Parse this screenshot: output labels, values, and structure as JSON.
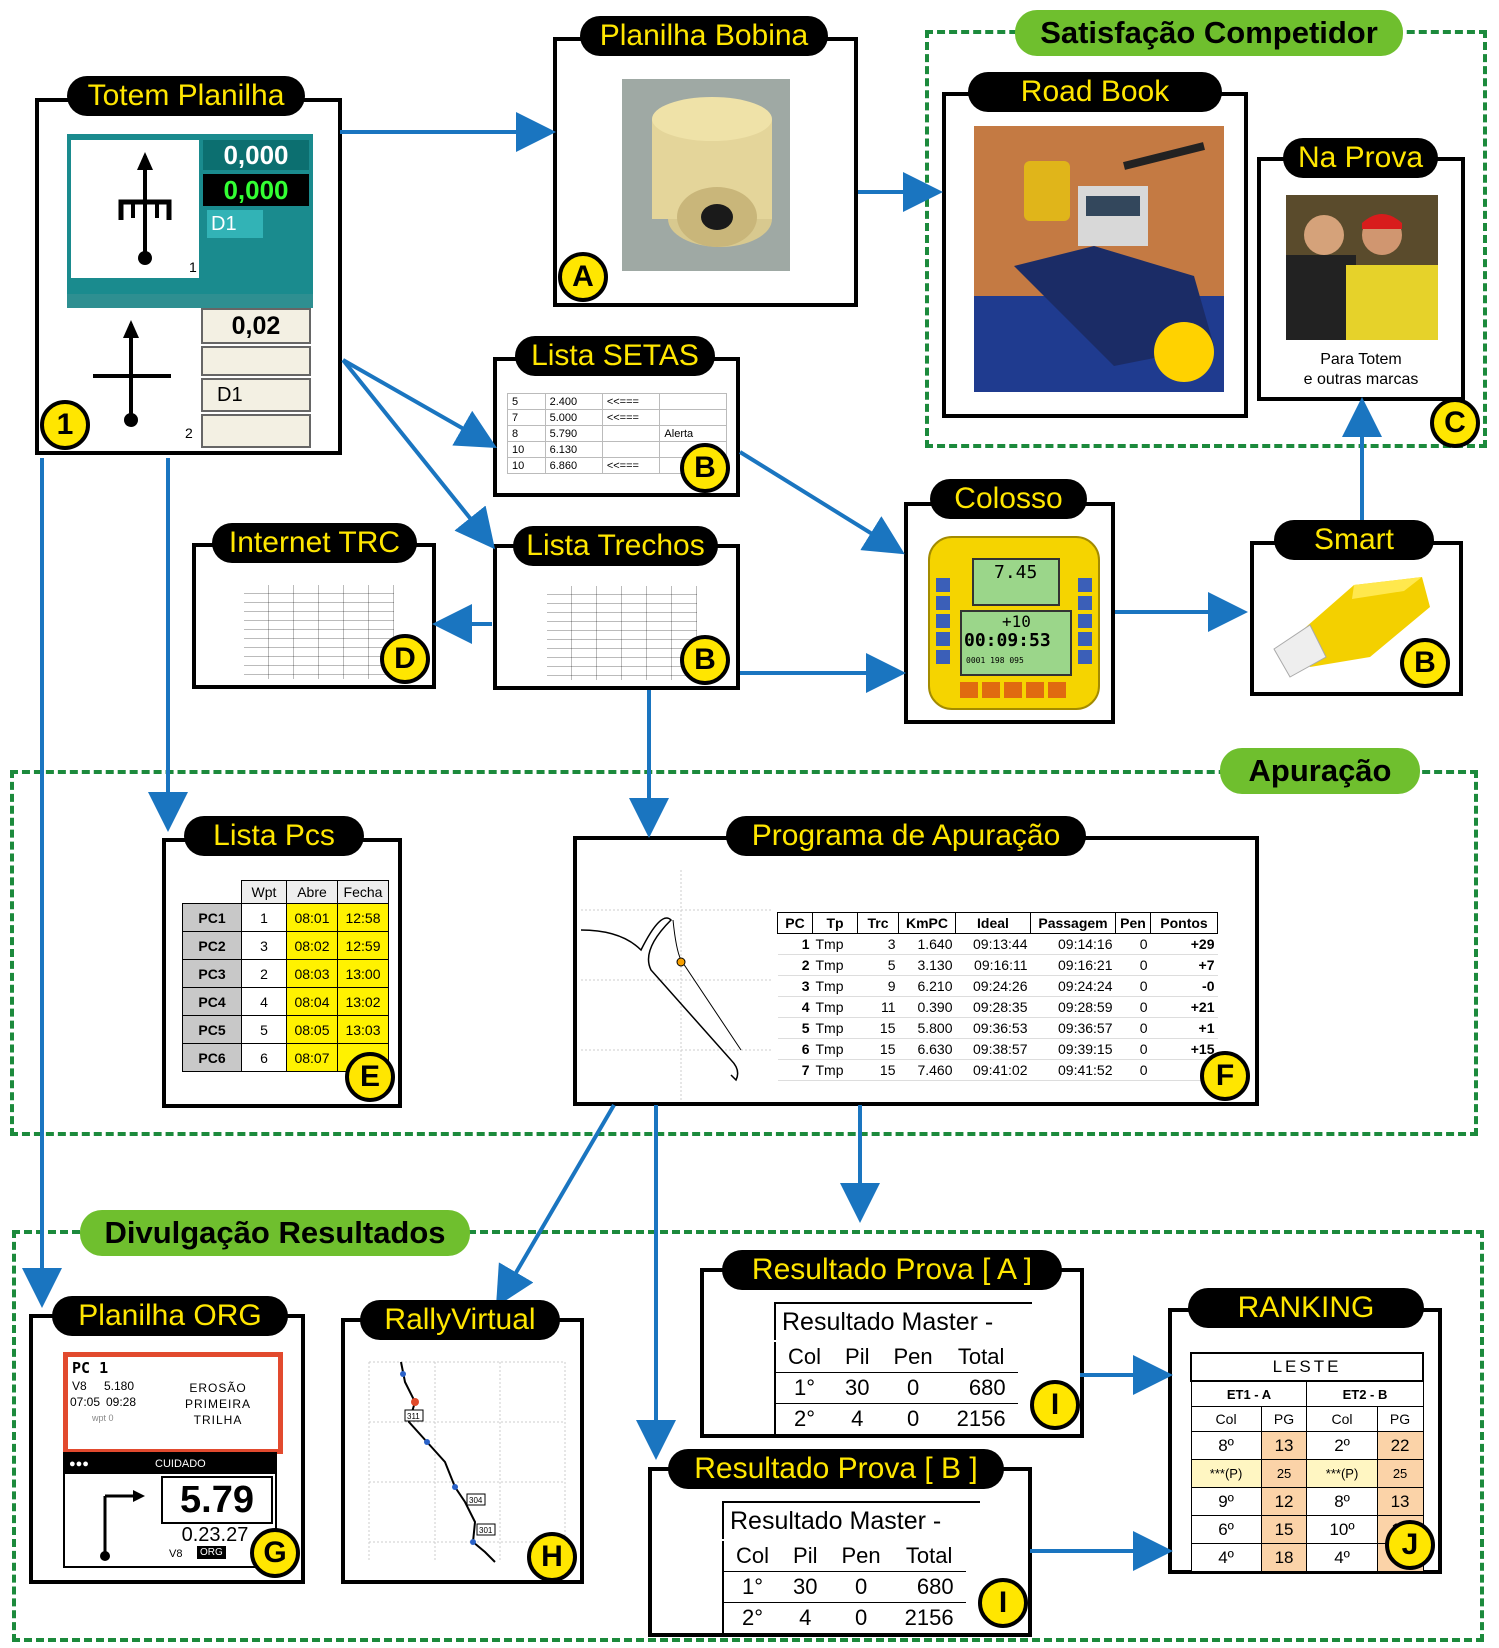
{
  "groups": {
    "satisfacao": "Satisfação Competidor",
    "apuracao": "Apuração",
    "divulgacao": "Divulgação Resultados"
  },
  "nodes": {
    "totem": {
      "title": "Totem Planilha",
      "badge": "1",
      "v1": "0,000",
      "v2": "0,000",
      "d1a": "D1",
      "n1": "1",
      "v3": "0,02",
      "d1b": "D1",
      "n2": "2"
    },
    "bobina": {
      "title": "Planilha Bobina",
      "badge": "A"
    },
    "roadbook": {
      "title": "Road Book"
    },
    "naprova": {
      "title": "Na Prova",
      "caption1": "Para Totem",
      "caption2": "e outras marcas",
      "badge": "C"
    },
    "setas": {
      "title": "Lista SETAS",
      "badge": "B",
      "rows": [
        [
          "5",
          "2.400",
          "<<===",
          ""
        ],
        [
          "7",
          "5.000",
          "<<===",
          ""
        ],
        [
          "8",
          "5.790",
          "",
          "Alerta"
        ],
        [
          "10",
          "6.130",
          "",
          ""
        ],
        [
          "10",
          "6.860",
          "<<===",
          ""
        ]
      ]
    },
    "internet": {
      "title": "Internet TRC",
      "badge": "D"
    },
    "trechos": {
      "title": "Lista Trechos",
      "badge": "B"
    },
    "colosso": {
      "title": "Colosso",
      "screen1": "7.45",
      "screen2": "+10",
      "screen3": "00:09:53",
      "screen4": "0001 198 095"
    },
    "smart": {
      "title": "Smart",
      "badge": "B"
    },
    "listapcs": {
      "title": "Lista Pcs",
      "badge": "E",
      "headers": [
        "",
        "Wpt",
        "Abre",
        "Fecha"
      ],
      "rows": [
        [
          "PC1",
          "1",
          "08:01",
          "12:58"
        ],
        [
          "PC2",
          "3",
          "08:02",
          "12:59"
        ],
        [
          "PC3",
          "2",
          "08:03",
          "13:00"
        ],
        [
          "PC4",
          "4",
          "08:04",
          "13:02"
        ],
        [
          "PC5",
          "5",
          "08:05",
          "13:03"
        ],
        [
          "PC6",
          "6",
          "08:07",
          ""
        ]
      ]
    },
    "programa": {
      "title": "Programa de Apuração",
      "badge": "F",
      "headers": [
        "PC",
        "Tp",
        "Trc",
        "KmPC",
        "Ideal",
        "Passagem",
        "Pen",
        "Pontos"
      ],
      "rows": [
        [
          "1",
          "Tmp",
          "3",
          "1.640",
          "09:13:44",
          "09:14:16",
          "0",
          "+29"
        ],
        [
          "2",
          "Tmp",
          "5",
          "3.130",
          "09:16:11",
          "09:16:21",
          "0",
          "+7"
        ],
        [
          "3",
          "Tmp",
          "9",
          "6.210",
          "09:24:26",
          "09:24:24",
          "0",
          "-0"
        ],
        [
          "4",
          "Tmp",
          "11",
          "0.390",
          "09:28:35",
          "09:28:59",
          "0",
          "+21"
        ],
        [
          "5",
          "Tmp",
          "15",
          "5.800",
          "09:36:53",
          "09:36:57",
          "0",
          "+1"
        ],
        [
          "6",
          "Tmp",
          "15",
          "6.630",
          "09:38:57",
          "09:39:15",
          "0",
          "+15"
        ],
        [
          "7",
          "Tmp",
          "15",
          "7.460",
          "09:41:02",
          "09:41:52",
          "0",
          ""
        ]
      ]
    },
    "resA": {
      "title": "Resultado Prova [ A ]",
      "badge": "I",
      "heading": "Resultado Master -",
      "headers": [
        "Col",
        "Pil",
        "Pen",
        "Total"
      ],
      "rows": [
        [
          "1°",
          "30",
          "0",
          "680"
        ],
        [
          "2°",
          "4",
          "0",
          "2156"
        ]
      ]
    },
    "resB": {
      "title": "Resultado Prova [ B ]",
      "badge": "I",
      "heading": "Resultado Master -",
      "headers": [
        "Col",
        "Pil",
        "Pen",
        "Total"
      ],
      "rows": [
        [
          "1°",
          "30",
          "0",
          "680"
        ],
        [
          "2°",
          "4",
          "0",
          "2156"
        ]
      ]
    },
    "ranking": {
      "title": "RANKING",
      "badge": "J",
      "region": "LESTE",
      "et1": "ET1 - A",
      "et2": "ET2 - B",
      "headers": [
        "Col",
        "PG",
        "Col",
        "PG"
      ],
      "rows": [
        [
          "8º",
          "13",
          "2º",
          "22"
        ],
        [
          "***(P)",
          "25",
          "***(P)",
          "25"
        ],
        [
          "9º",
          "12",
          "8º",
          "13"
        ],
        [
          "6º",
          "15",
          "10º",
          "11"
        ],
        [
          "4º",
          "18",
          "4º",
          ""
        ]
      ]
    },
    "org": {
      "title": "Planilha ORG",
      "badge": "G",
      "pc": "PC 1",
      "v8": "V8",
      "km": "5.180",
      "t1": "07:05",
      "t2": "09:28",
      "wpt": "wpt 0",
      "desc1": "EROSÃO",
      "desc2": "PRIMEIRA",
      "desc3": "TRILHA",
      "cuidado": "CUIDADO",
      "big": "5.79",
      "time": "0.23.27",
      "v8b": "V8",
      "orgtag": "ORG"
    },
    "rally": {
      "title": "RallyVirtual",
      "badge": "H",
      "tag1": "311",
      "tag2": "304",
      "tag3": "301"
    }
  },
  "colors": {
    "arrow": "#1a75c0",
    "title_text": "#ffe600",
    "badge_fill": "#ffe600",
    "group_fill": "#6fbf2e",
    "dash": "#1c8a3c"
  }
}
